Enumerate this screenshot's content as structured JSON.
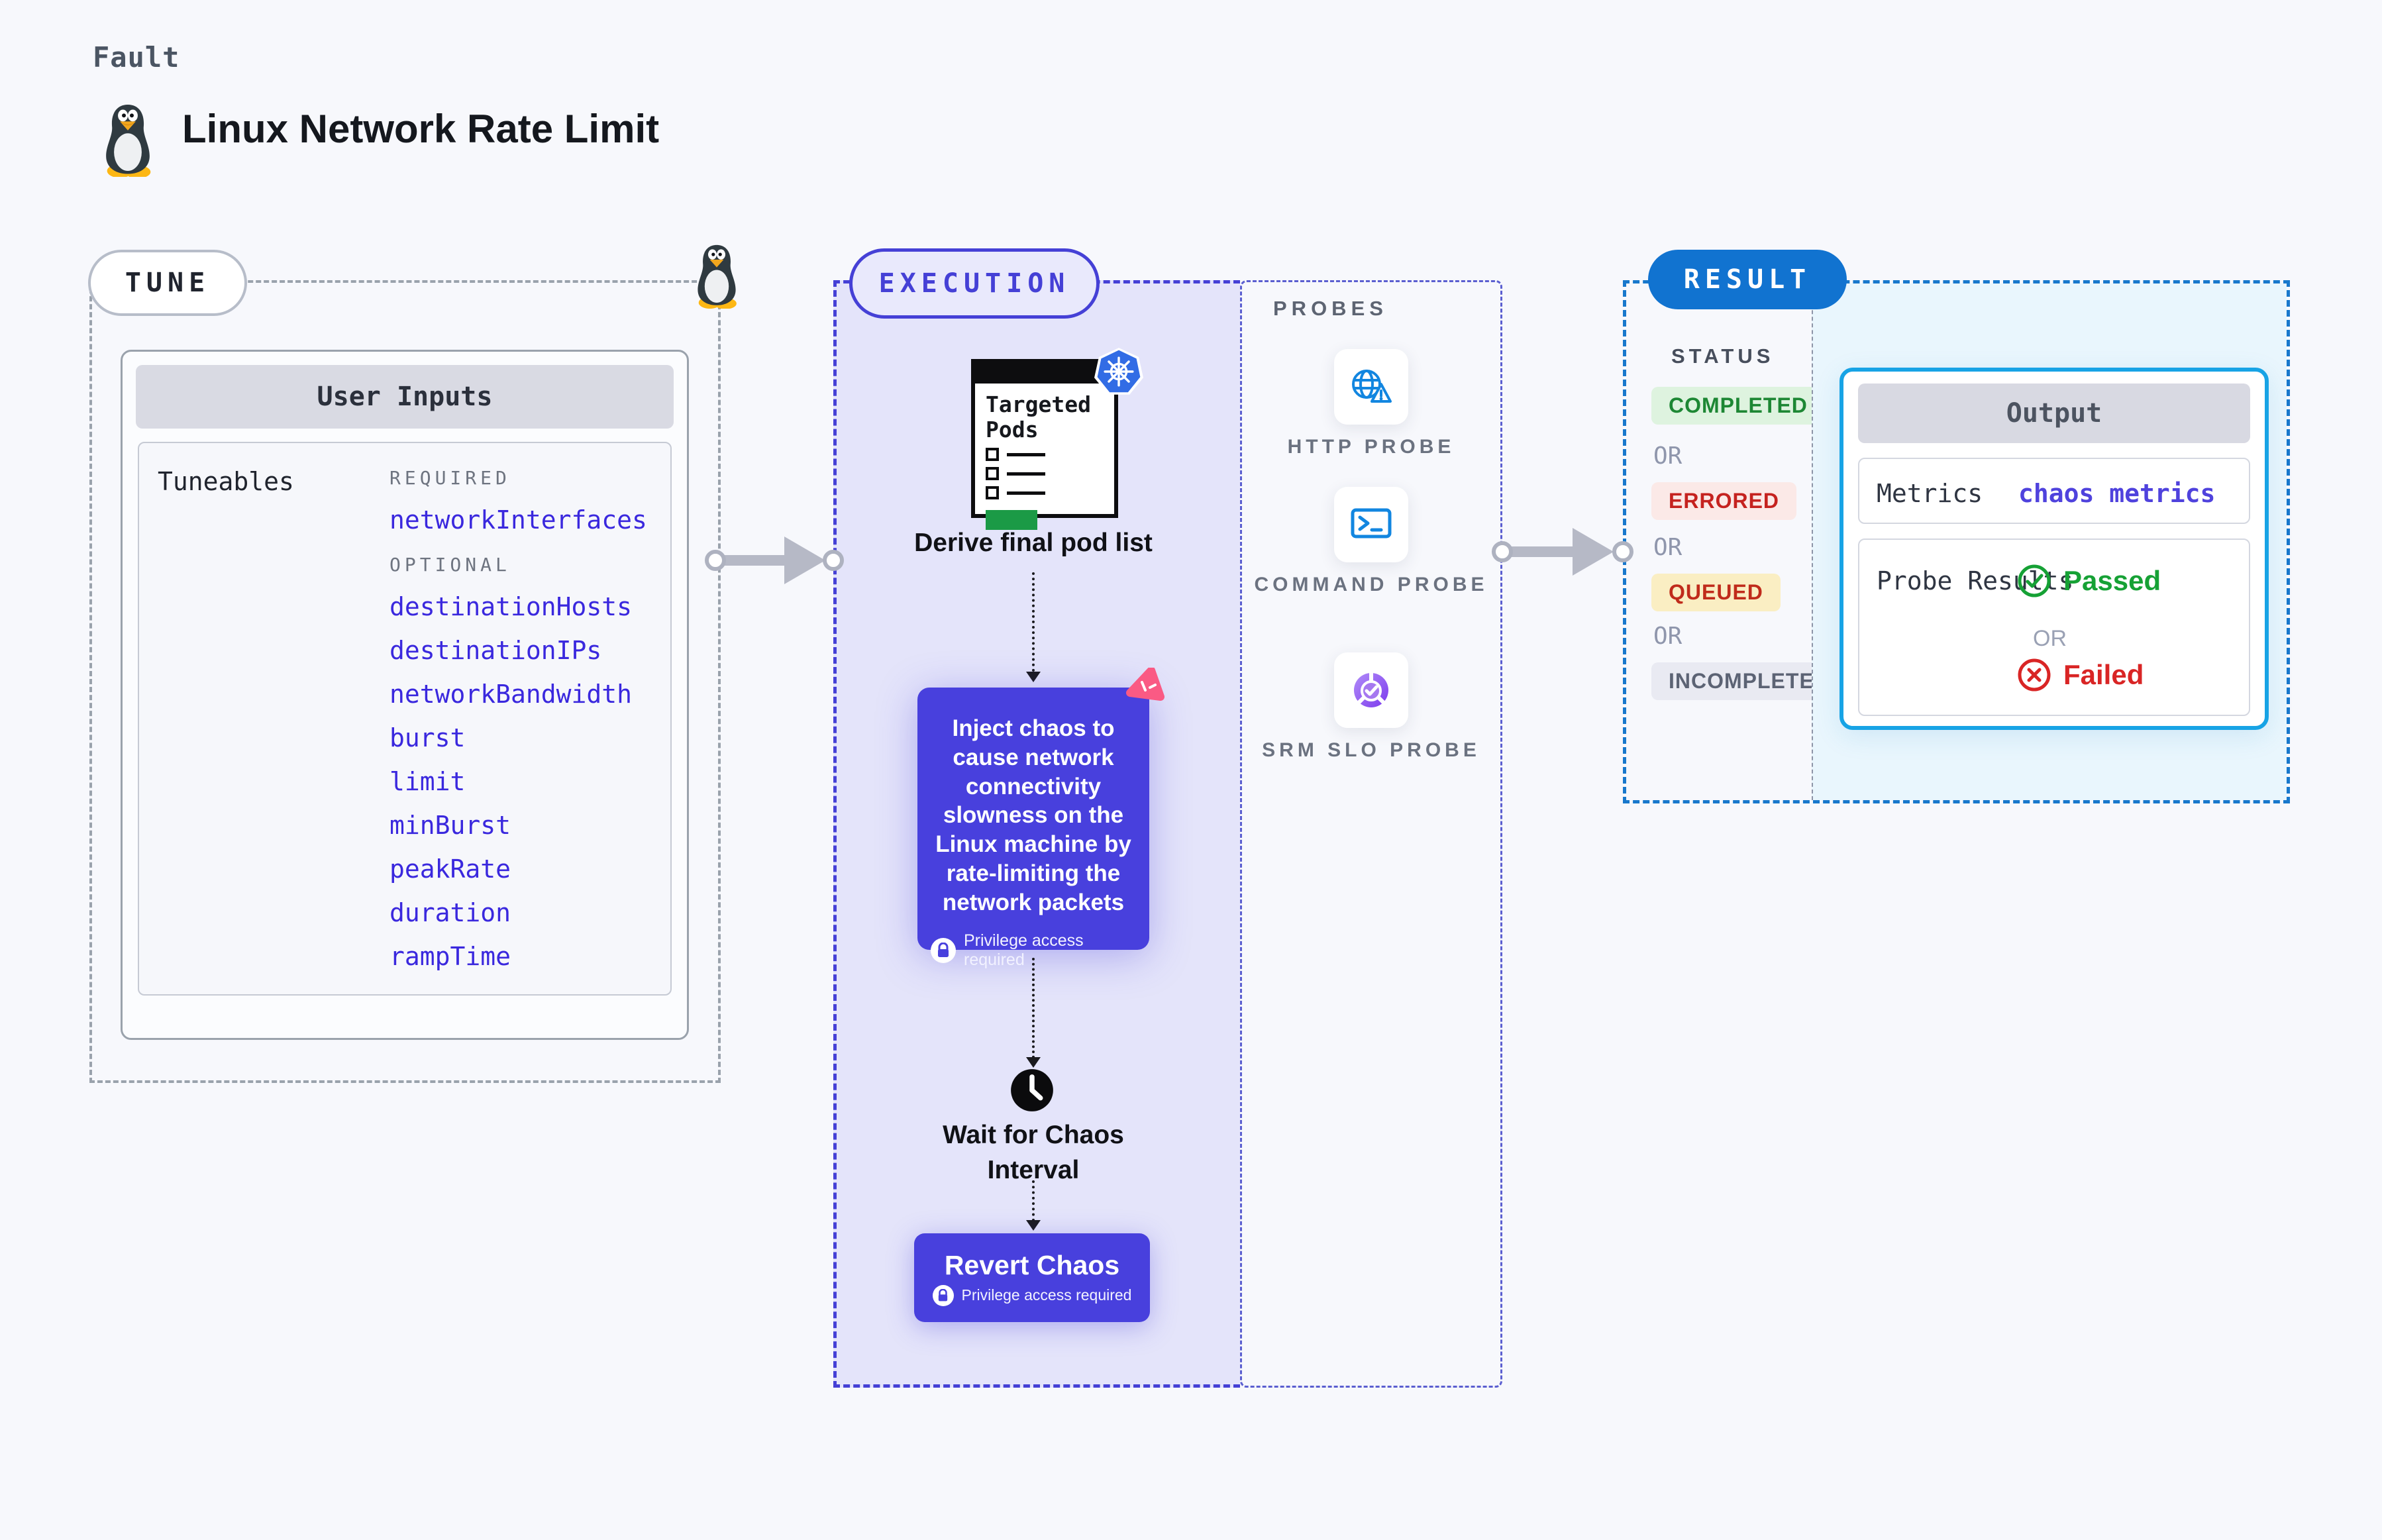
{
  "header": {
    "fault_label": "Fault",
    "title": "Linux Network Rate Limit",
    "os_icon": "linux-tux-icon"
  },
  "tune": {
    "pill_label": "TUNE",
    "card_title": "User Inputs",
    "tuneables_label": "Tuneables",
    "required_label": "REQUIRED",
    "optional_label": "OPTIONAL",
    "required_items": [
      "networkInterfaces"
    ],
    "optional_items": [
      "destinationHosts",
      "destinationIPs",
      "networkBandwidth",
      "burst",
      "limit",
      "minBurst",
      "peakRate",
      "duration",
      "rampTime"
    ]
  },
  "execution": {
    "pill_label": "EXECUTION",
    "targeted_pods_title": "Targeted Pods",
    "derive_label": "Derive final pod list",
    "inject_text": "Inject chaos to cause network connectivity slowness on the Linux machine by rate-limiting the network packets",
    "inject_privilege_label": "Privilege access required",
    "wait_label": "Wait for Chaos Interval",
    "revert_label": "Revert Chaos",
    "revert_privilege_label": "Privilege access required"
  },
  "probes": {
    "section_label": "PROBES",
    "items": [
      {
        "label": "HTTP PROBE",
        "icon": "globe-warning-icon"
      },
      {
        "label": "COMMAND PROBE",
        "icon": "terminal-icon"
      },
      {
        "label": "SRM SLO PROBE",
        "icon": "slo-donut-check-icon"
      }
    ]
  },
  "result": {
    "pill_label": "RESULT",
    "status_label": "STATUS",
    "or_label": "OR",
    "statuses": [
      {
        "label": "COMPLETED",
        "text_color": "#1d8734",
        "bg_color": "#def3df"
      },
      {
        "label": "ERRORED",
        "text_color": "#c5221f",
        "bg_color": "#fbe9e7"
      },
      {
        "label": "QUEUED",
        "text_color": "#c02b1b",
        "bg_color": "#faeec3"
      },
      {
        "label": "INCOMPLETED",
        "text_color": "#5c6374",
        "bg_color": "#e9eaf2"
      }
    ],
    "output": {
      "title": "Output",
      "metrics_label": "Metrics",
      "metrics_value": "chaos metrics",
      "probe_results_label": "Probe Results",
      "passed_label": "Passed",
      "or_label": "OR",
      "failed_label": "Failed"
    }
  },
  "colors": {
    "page_bg": "#f7f8fc",
    "execution_fill": "#e4e4fa",
    "execution_border": "#4540d6",
    "chaos_box": "#4840dd",
    "result_pill": "#1173d0",
    "result_border": "#1878cc",
    "output_card_border": "#17a3e5",
    "output_panel_fill": "#e9f6fd",
    "link_blue": "#3a28de",
    "kubernetes_blue": "#326ce5",
    "probe_icon_blue": "#1286e0",
    "slo_purple": "#8b5cf6",
    "chaos_logo_pink": "#fa5a84",
    "arrow_gray": "#b6b9c6"
  }
}
